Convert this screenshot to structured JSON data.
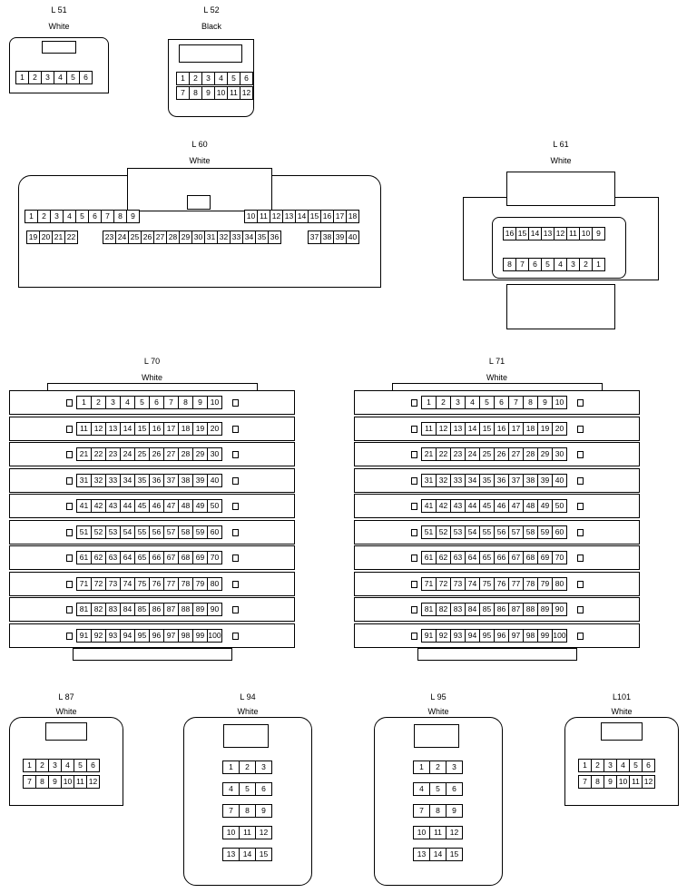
{
  "connectors": {
    "l51": {
      "name": "L 51",
      "color": "White",
      "pins": [
        "1",
        "2",
        "3",
        "4",
        "5",
        "6"
      ]
    },
    "l52": {
      "name": "L 52",
      "color": "Black",
      "row1": [
        "1",
        "2",
        "3",
        "4",
        "5",
        "6"
      ],
      "row2": [
        "7",
        "8",
        "9",
        "10",
        "11",
        "12"
      ]
    },
    "l60": {
      "name": "L 60",
      "color": "White",
      "row1a": [
        "1",
        "2",
        "3",
        "4",
        "5",
        "6",
        "7",
        "8",
        "9"
      ],
      "row1b": [
        "10",
        "11",
        "12",
        "13",
        "14",
        "15",
        "16",
        "17",
        "18"
      ],
      "row2a": [
        "19",
        "20",
        "21",
        "22"
      ],
      "row2b": [
        "23",
        "24",
        "25",
        "26",
        "27",
        "28",
        "29",
        "30",
        "31",
        "32",
        "33",
        "34",
        "35",
        "36"
      ],
      "row2c": [
        "37",
        "38",
        "39",
        "40"
      ]
    },
    "l61": {
      "name": "L 61",
      "color": "White",
      "row1": [
        "16",
        "15",
        "14",
        "13",
        "12",
        "11",
        "10",
        "9"
      ],
      "row2": [
        "8",
        "7",
        "6",
        "5",
        "4",
        "3",
        "2",
        "1"
      ]
    },
    "l70": {
      "name": "L 70",
      "color": "White"
    },
    "l71": {
      "name": "L 71",
      "color": "White"
    },
    "l87": {
      "name": "L 87",
      "color": "White",
      "row1": [
        "1",
        "2",
        "3",
        "4",
        "5",
        "6"
      ],
      "row2": [
        "7",
        "8",
        "9",
        "10",
        "11",
        "12"
      ]
    },
    "l94": {
      "name": "L 94",
      "color": "White",
      "rows": [
        [
          "1",
          "2",
          "3"
        ],
        [
          "4",
          "5",
          "6"
        ],
        [
          "7",
          "8",
          "9"
        ],
        [
          "10",
          "11",
          "12"
        ],
        [
          "13",
          "14",
          "15"
        ]
      ]
    },
    "l95": {
      "name": "L 95",
      "color": "White",
      "rows": [
        [
          "1",
          "2",
          "3"
        ],
        [
          "4",
          "5",
          "6"
        ],
        [
          "7",
          "8",
          "9"
        ],
        [
          "10",
          "11",
          "12"
        ],
        [
          "13",
          "14",
          "15"
        ]
      ]
    },
    "l101": {
      "name": "L101",
      "color": "White",
      "row1": [
        "1",
        "2",
        "3",
        "4",
        "5",
        "6"
      ],
      "row2": [
        "7",
        "8",
        "9",
        "10",
        "11",
        "12"
      ]
    }
  },
  "grid100": [
    [
      "1",
      "2",
      "3",
      "4",
      "5",
      "6",
      "7",
      "8",
      "9",
      "10"
    ],
    [
      "11",
      "12",
      "13",
      "14",
      "15",
      "16",
      "17",
      "18",
      "19",
      "20"
    ],
    [
      "21",
      "22",
      "23",
      "24",
      "25",
      "26",
      "27",
      "28",
      "29",
      "30"
    ],
    [
      "31",
      "32",
      "33",
      "34",
      "35",
      "36",
      "37",
      "38",
      "39",
      "40"
    ],
    [
      "41",
      "42",
      "43",
      "44",
      "45",
      "46",
      "47",
      "48",
      "49",
      "50"
    ],
    [
      "51",
      "52",
      "53",
      "54",
      "55",
      "56",
      "57",
      "58",
      "59",
      "60"
    ],
    [
      "61",
      "62",
      "63",
      "64",
      "65",
      "66",
      "67",
      "68",
      "69",
      "70"
    ],
    [
      "71",
      "72",
      "73",
      "74",
      "75",
      "76",
      "77",
      "78",
      "79",
      "80"
    ],
    [
      "81",
      "82",
      "83",
      "84",
      "85",
      "86",
      "87",
      "88",
      "89",
      "90"
    ],
    [
      "91",
      "92",
      "93",
      "94",
      "95",
      "96",
      "97",
      "98",
      "99",
      "100"
    ]
  ]
}
